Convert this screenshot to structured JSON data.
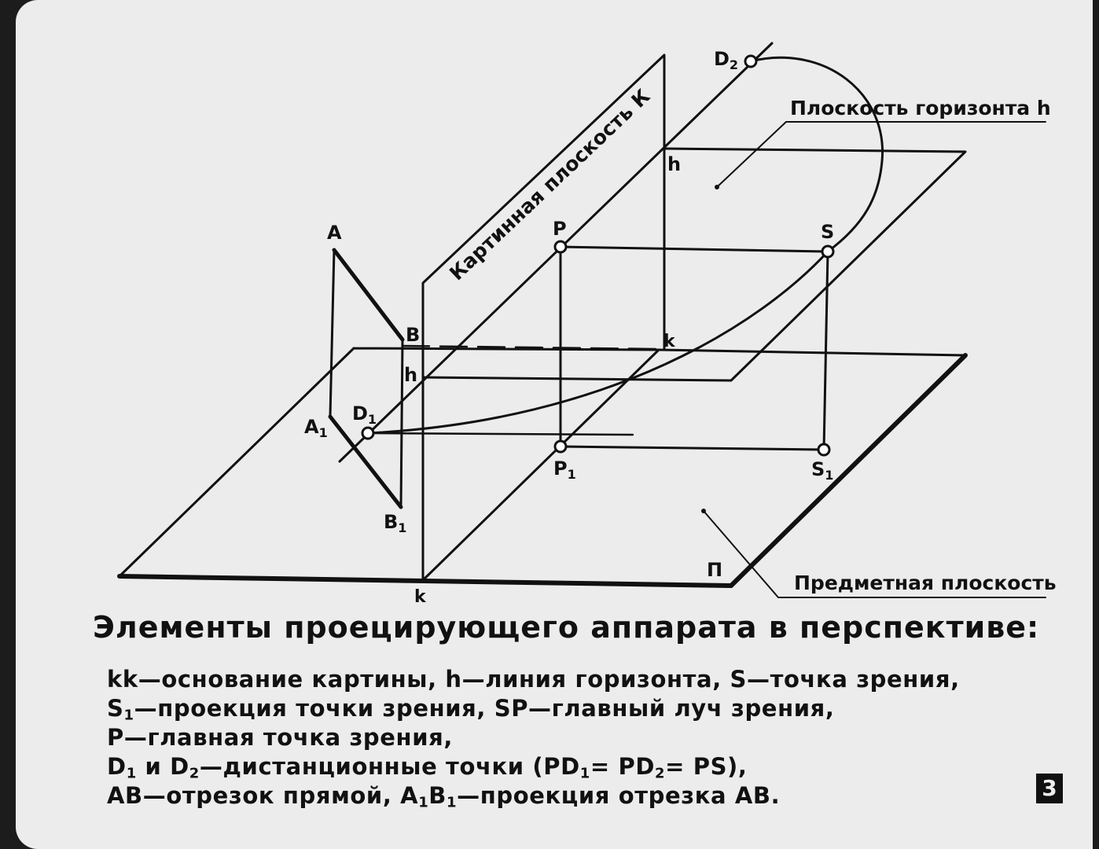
{
  "labels": {
    "A": "A",
    "B": "B",
    "A1_main": "A",
    "A1_sub": "1",
    "B1_main": "B",
    "B1_sub": "1",
    "D1_main": "D",
    "D1_sub": "1",
    "D2_main": "D",
    "D2_sub": "2",
    "P": "P",
    "P1_main": "P",
    "P1_sub": "1",
    "S": "S",
    "S1_main": "S",
    "S1_sub": "1",
    "h_top": "h",
    "h_left": "h",
    "k_top": "k",
    "k_bottom": "k",
    "Pi": "П"
  },
  "picture_plane_label": "Картинная плоскость К",
  "horizon_plane_label": "Плоскость горизонта h",
  "object_plane_label": "Предметная плоскость",
  "title": "Элементы проецирующего аппарата в перспективе:",
  "legend": {
    "l1_a": "kk—основание картины, h—линия горизонта, S—точка зрения,",
    "l2_a": "S",
    "l2_sub": "1",
    "l2_b": "—проекция точки зрения, SP—главный луч зрения,",
    "l3_a": "P—главная точка зрения,",
    "l4_a": "D",
    "l4_sub1": "1",
    "l4_b": " и D",
    "l4_sub2": "2",
    "l4_c": "—дистанционные точки (PD",
    "l4_sub3": "1",
    "l4_d": "= PD",
    "l4_sub4": "2",
    "l4_e": "= PS),",
    "l5_a": "AB—отрезок прямой, A",
    "l5_sub1": "1",
    "l5_b": "B",
    "l5_sub2": "1",
    "l5_c": "—проекция отрезка AB."
  },
  "slide_number": "3"
}
